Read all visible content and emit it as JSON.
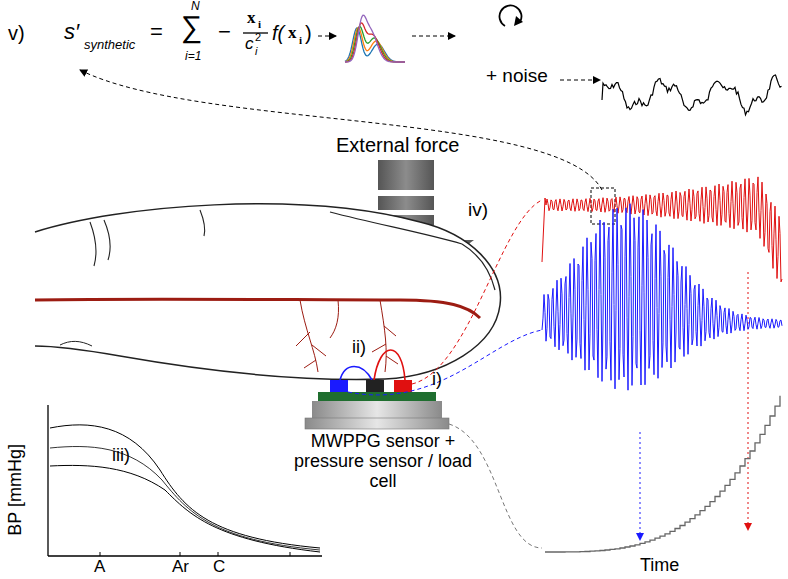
{
  "diagram": {
    "labels": [
      "v)",
      "s′",
      "synthetic",
      "=",
      "N",
      "∑",
      "i=1",
      "−",
      "x",
      "i",
      "c",
      "2",
      "i",
      "f(",
      "x",
      "i",
      ")",
      "+ noise",
      "External force",
      "iv)",
      "ii)",
      "i)",
      "iii)",
      "MWPPG sensor + pressure sensor / load cell",
      "BP [mmHg]",
      "A",
      "Ar",
      "C",
      "Time"
    ]
  }
}
